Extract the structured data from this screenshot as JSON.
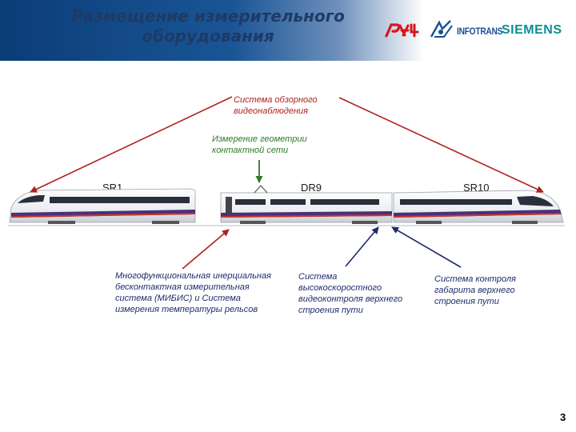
{
  "header": {
    "title": "Размещение измерительного оборудования",
    "logos": {
      "rzd": "РЖД",
      "infotrans": "INFOTRANS",
      "siemens": "SIEMENS"
    }
  },
  "labels": {
    "video_surveillance": "Система обзорного видеонаблюдения",
    "catenary_geometry": "Измерение геометрии контактной сети",
    "mibis": "Многофункциональная инерциальная бесконтактная измерительная система (МИБИС) и Система измерения температуры рельсов",
    "highspeed_video": "Система высокоскоростного видеоконтроля верхнего строения пути",
    "gauge_control": "Система контроля габарита верхнего строения пути"
  },
  "units": {
    "sr1": "SR1",
    "dr9": "DR9",
    "sr10": "SR10"
  },
  "page_number": "3",
  "colors": {
    "header_blue": "#0b3d77",
    "title_text": "#1f3a66",
    "red_arrow": "#b02020",
    "green_arrow": "#2d7a25",
    "navy_arrow": "#1d2c6b",
    "siemens_teal": "#0a8f95"
  }
}
